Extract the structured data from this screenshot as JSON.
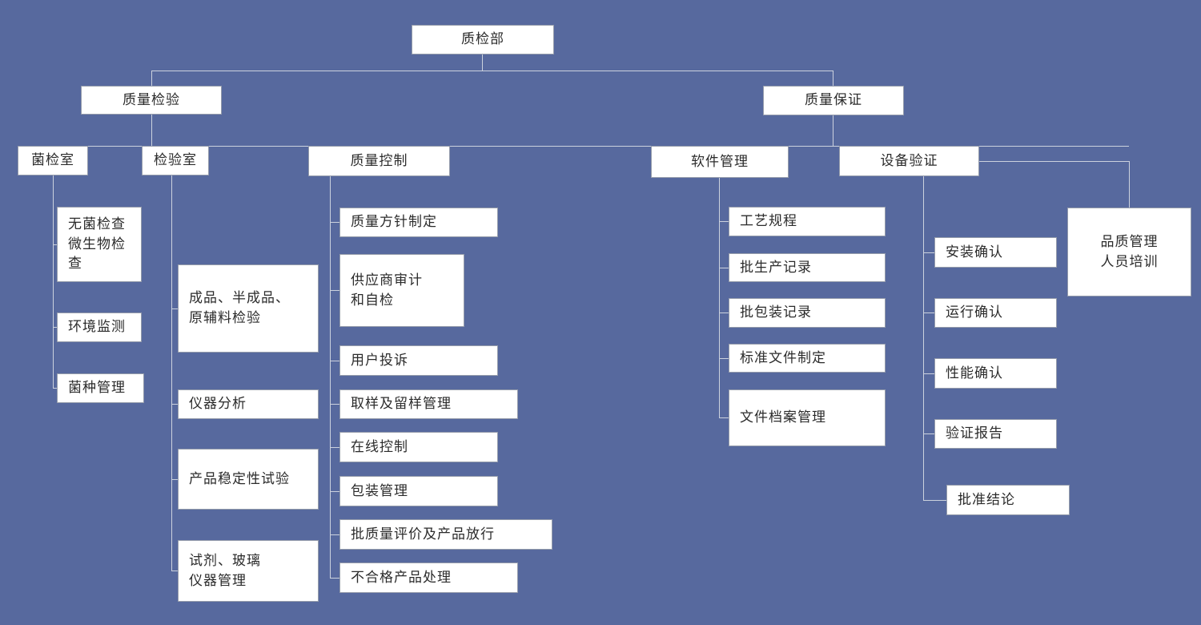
{
  "colors": {
    "background": "#57699e",
    "connector_line": "#ccd2de",
    "node_background": "#ffffff",
    "node_border": "#959cab",
    "node_text": "#2b2b2b"
  },
  "org": {
    "root": "质检部",
    "level2": [
      "质量检验",
      "质量保证"
    ],
    "departments": [
      {
        "name": "菌检室",
        "children": [
          "无菌检查\n微生物检查",
          "环境监测",
          "菌种管理"
        ]
      },
      {
        "name": "检验室",
        "children": [
          "成品、半成品、\n原辅料检验",
          "仪器分析",
          "产品稳定性试验",
          "试剂、玻璃\n仪器管理"
        ]
      },
      {
        "name": "质量控制",
        "children": [
          "质量方针制定",
          "供应商审计\n和自检",
          "用户投诉",
          "取样及留样管理",
          "在线控制",
          "包装管理",
          "批质量评价及产品放行",
          "不合格产品处理"
        ]
      },
      {
        "name": "软件管理",
        "children": [
          "工艺规程",
          "批生产记录",
          "批包装记录",
          "标准文件制定",
          "文件档案管理"
        ]
      },
      {
        "name": "设备验证",
        "children": [
          "安装确认",
          "运行确认",
          "性能确认",
          "验证报告",
          "批准结论"
        ]
      }
    ],
    "training": "品质管理\n人员培训"
  }
}
